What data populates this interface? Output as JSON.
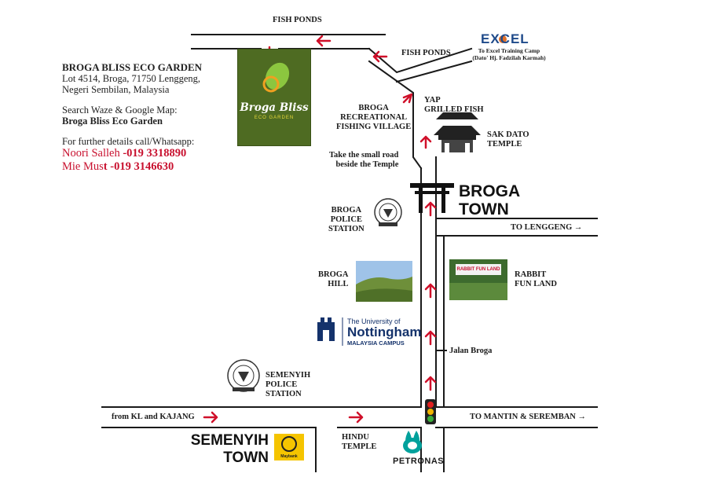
{
  "info": {
    "name": "BROGA BLISS ECO GARDEN",
    "address_line1": "Lot 4514, Broga, 71750 Lenggeng,",
    "address_line2": "Negeri Sembilan, Malaysia",
    "search_line": "Search Waze & Google Map:",
    "search_term": "Broga Bliss Eco Garden",
    "contact_line": "For further details call/Whatsapp:",
    "contact1_name": "Noori Salleh",
    "contact1_phone": "-019 3318890",
    "contact2_name": "Mie Mus",
    "contact2_phone": "t -019 3146630"
  },
  "logo": {
    "title": "Broga Bliss",
    "subtitle": "ECO GARDEN"
  },
  "labels": {
    "fish_ponds_top": "FISH PONDS",
    "fish_ponds_right": "FISH PONDS",
    "excel": "EXCEL",
    "excel_sub1": "To Excel Training Camp",
    "excel_sub2": "(Dato' Hj. Fadzilah Karmah)",
    "yap_grilled_fish": "YAP\nGRILLED FISH",
    "broga_fishing": "BROGA\nRECREATIONAL\nFISHING VILLAGE",
    "sak_dato": "SAK DATO\nTEMPLE",
    "small_road": "Take the small road\nbeside the Temple",
    "broga_town": "BROGA\nTOWN",
    "to_lenggeng": "TO LENGGENG →",
    "broga_police": "BROGA\nPOLICE\nSTATION",
    "broga_hill": "BROGA\nHILL",
    "rabbit_fun_land": "RABBIT\nFUN LAND",
    "rabbit_sign": "RABBIT FUN LAND",
    "nottingham_a": "The University of",
    "nottingham_b": "Nottingham",
    "nottingham_c": "MALAYSIA CAMPUS",
    "jalan_broga": "Jalan Broga",
    "semenyih_police": "SEMENYIH\nPOLICE\nSTATION",
    "from_kl": "from KL and KAJANG",
    "to_mantin": "TO MANTIN & SEREMBAN →",
    "semenyih_town": "SEMENYIH\nTOWN",
    "maybank": "Maybank",
    "hindu_temple": "HINDU\nTEMPLE",
    "petronas": "PETRONAS"
  },
  "colors": {
    "road": "#1a1a1a",
    "arrow": "#d0102a",
    "contact": "#c8102e",
    "logo_bg": "#4e6b22"
  }
}
